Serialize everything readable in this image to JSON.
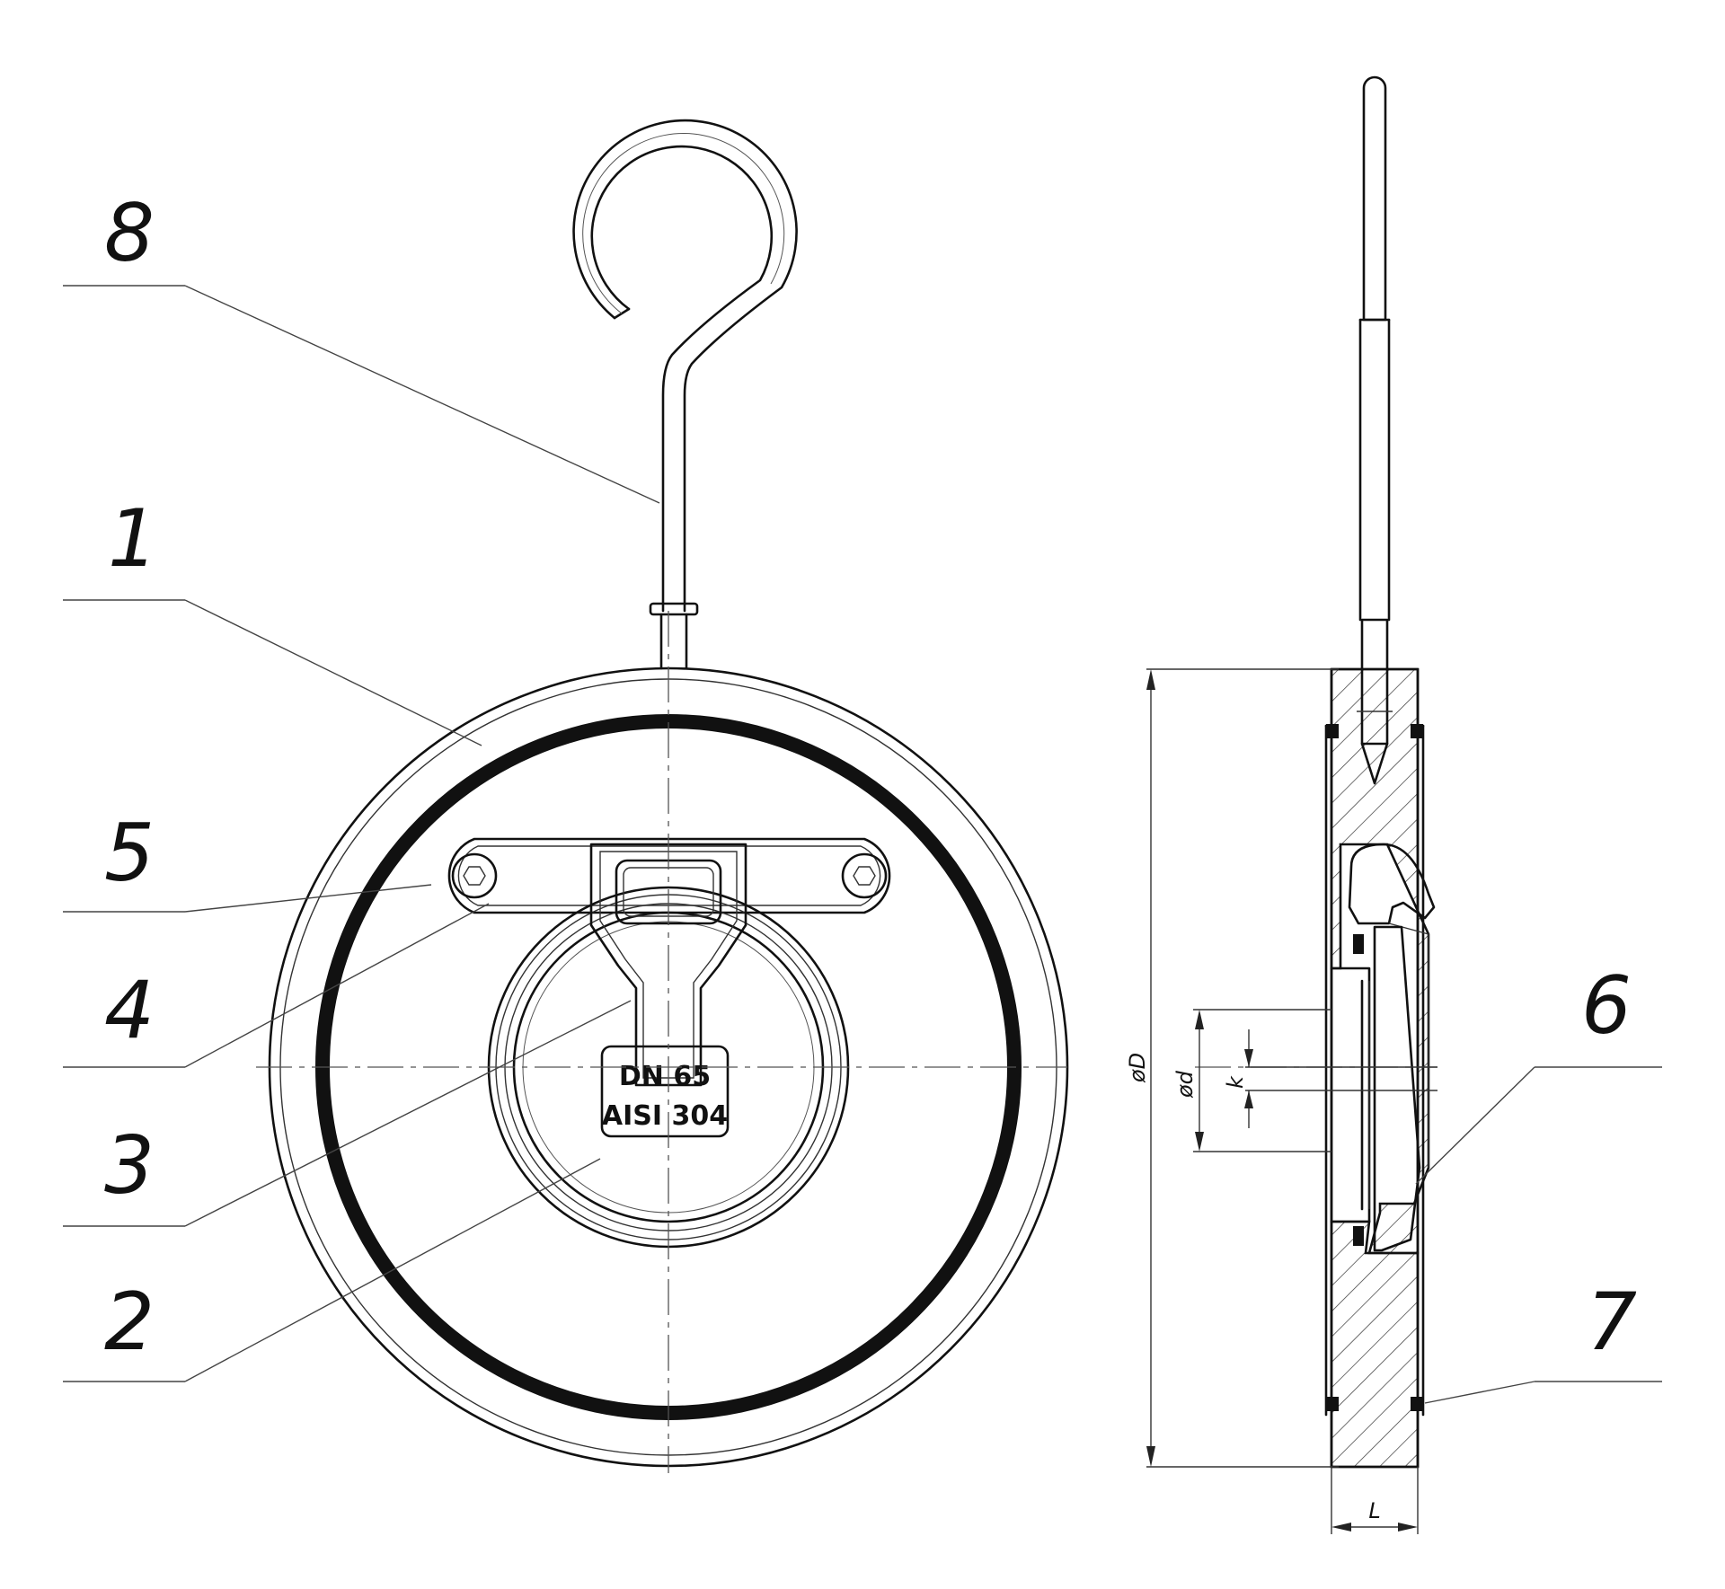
{
  "drawing": {
    "part_labels": [
      "8",
      "1",
      "5",
      "4",
      "3",
      "2",
      "6",
      "7"
    ],
    "plate": {
      "line1": "DN 65",
      "line2": "AISI 304"
    },
    "dimensions": {
      "outer_diameter": "øD",
      "inner_diameter": "ød",
      "offset": "k",
      "length": "L"
    }
  }
}
